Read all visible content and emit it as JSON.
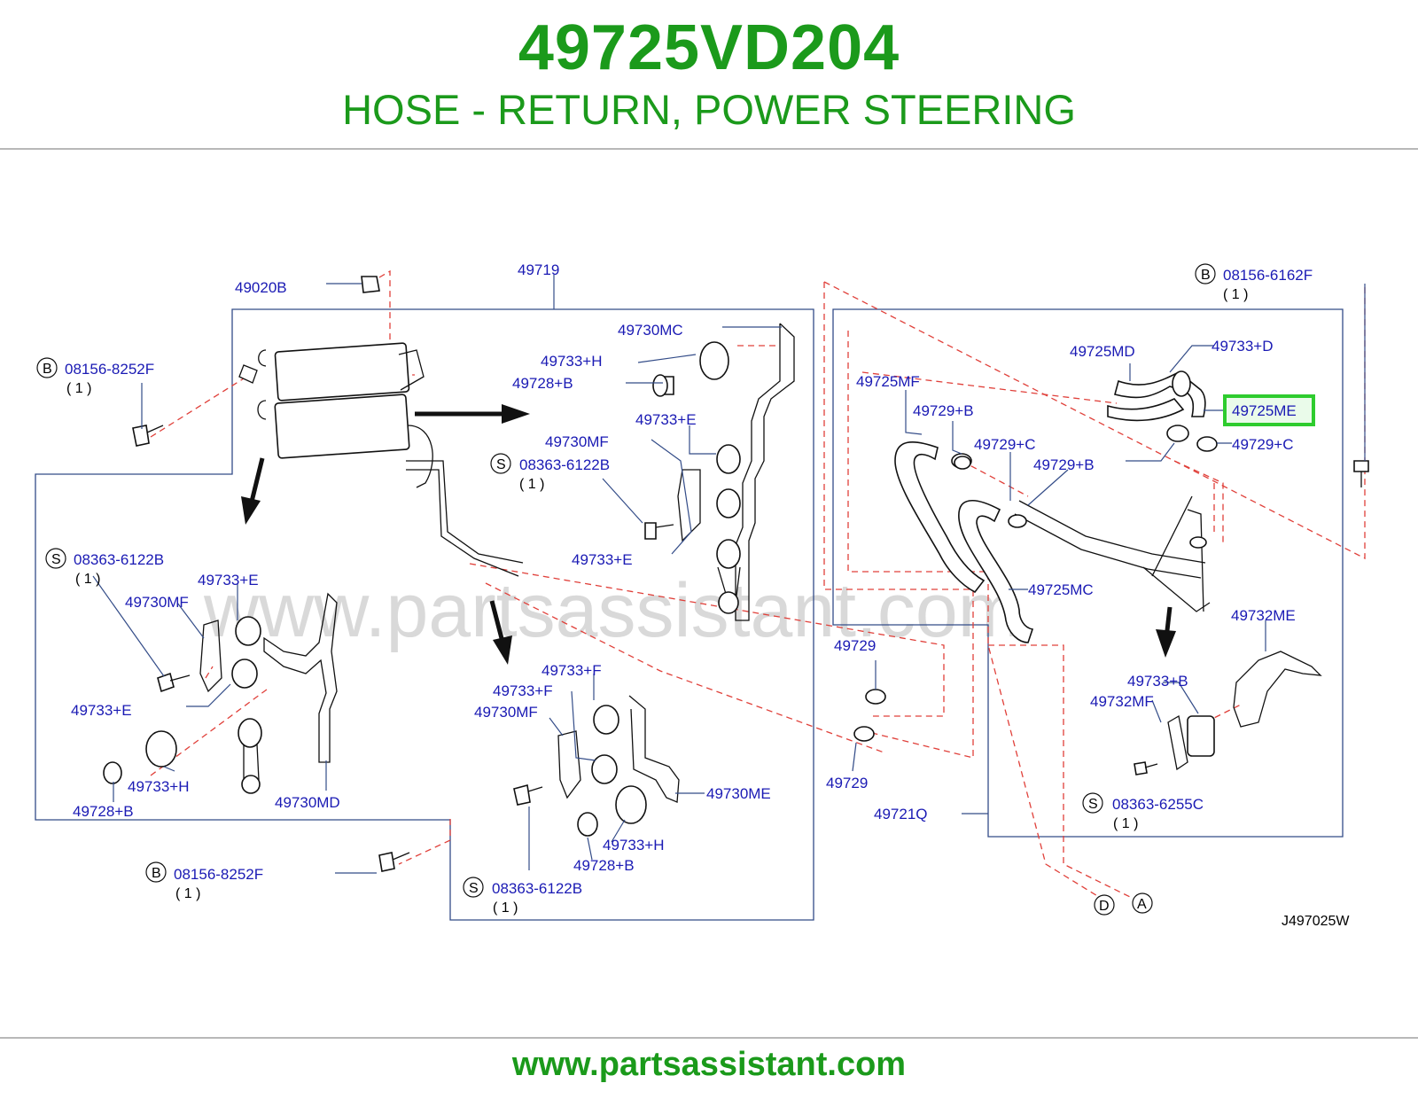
{
  "header": {
    "part_number": "49725VD204",
    "description": "HOSE - RETURN, POWER STEERING"
  },
  "footer": {
    "url": "www.partsassistant.com"
  },
  "watermark": "www.partsassistant.com",
  "diagram_ref": "J497025W",
  "highlight_color": "#2ecc2e",
  "label_color": "#1a1ab4",
  "callout_markers": {
    "B": "B",
    "S": "S",
    "A": "A",
    "D": "D"
  },
  "labels": {
    "l_49020B": "49020B",
    "l_49719": "49719",
    "l_08156_6162F": "08156-6162F",
    "l_qty_1": "( 1 )",
    "l_08156_8252F_top": "08156-8252F",
    "l_49730MC": "49730MC",
    "l_49733H_top": "49733+H",
    "l_49728B_top": "49728+B",
    "l_49733E_mid": "49733+E",
    "l_49730MF_mid": "49730MF",
    "l_08363_6122B_mid": "08363-6122B",
    "l_49733E_mid2": "49733+E",
    "l_08363_6122B_left": "08363-6122B",
    "l_49733E_left": "49733+E",
    "l_49730MF_left": "49730MF",
    "l_49733E_left2": "49733+E",
    "l_49733H_left": "49733+H",
    "l_49728B_left": "49728+B",
    "l_49730MD": "49730MD",
    "l_08156_8252F_bot": "08156-8252F",
    "l_49733F_1": "49733+F",
    "l_49733F_2": "49733+F",
    "l_49730MF_bot": "49730MF",
    "l_49730ME": "49730ME",
    "l_49733H_bot": "49733+H",
    "l_49728B_bot": "49728+B",
    "l_08363_6122B_bot": "08363-6122B",
    "l_49725MD": "49725MD",
    "l_49733D": "49733+D",
    "l_49725ME": "49725ME",
    "l_49729C_r": "49729+C",
    "l_49725MF": "49725MF",
    "l_49729B_1": "49729+B",
    "l_49729C_m": "49729+C",
    "l_49729B_2": "49729+B",
    "l_49725MC": "49725MC",
    "l_49732ME": "49732ME",
    "l_49729_1": "49729",
    "l_49729_2": "49729",
    "l_49733B": "49733+B",
    "l_49732MF": "49732MF",
    "l_49721Q": "49721Q",
    "l_08363_6255C": "08363-6255C"
  }
}
